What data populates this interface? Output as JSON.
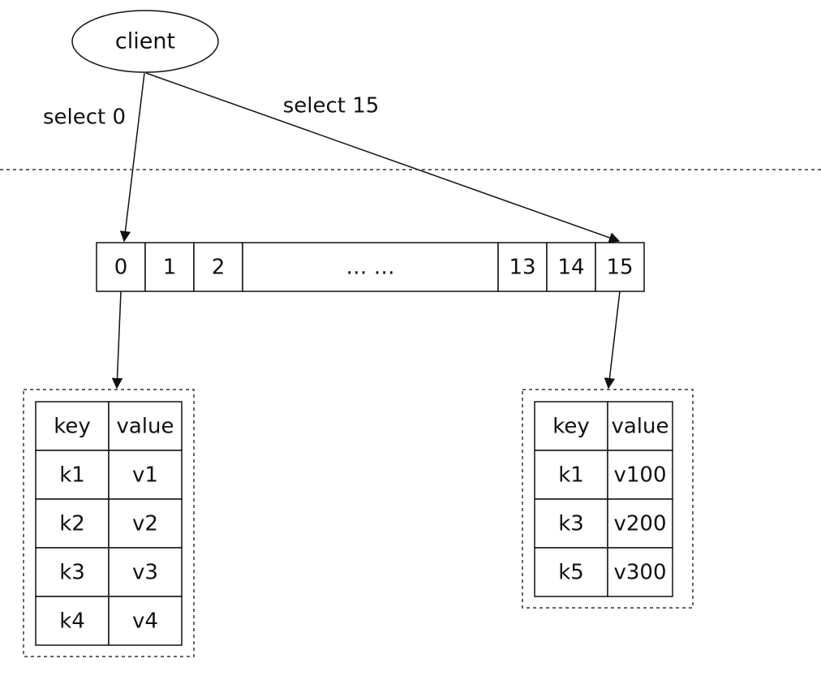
{
  "client": {
    "label": "client"
  },
  "edges": {
    "select_left": "select 0",
    "select_right": "select 15"
  },
  "db_array": {
    "slots": [
      "0",
      "1",
      "2",
      "… …",
      "13",
      "14",
      "15"
    ]
  },
  "table_left": {
    "headers": [
      "key",
      "value"
    ],
    "rows": [
      [
        "k1",
        "v1"
      ],
      [
        "k2",
        "v2"
      ],
      [
        "k3",
        "v3"
      ],
      [
        "k4",
        "v4"
      ]
    ]
  },
  "table_right": {
    "headers": [
      "key",
      "value"
    ],
    "rows": [
      [
        "k1",
        "v100"
      ],
      [
        "k3",
        "v200"
      ],
      [
        "k5",
        "v300"
      ]
    ]
  }
}
